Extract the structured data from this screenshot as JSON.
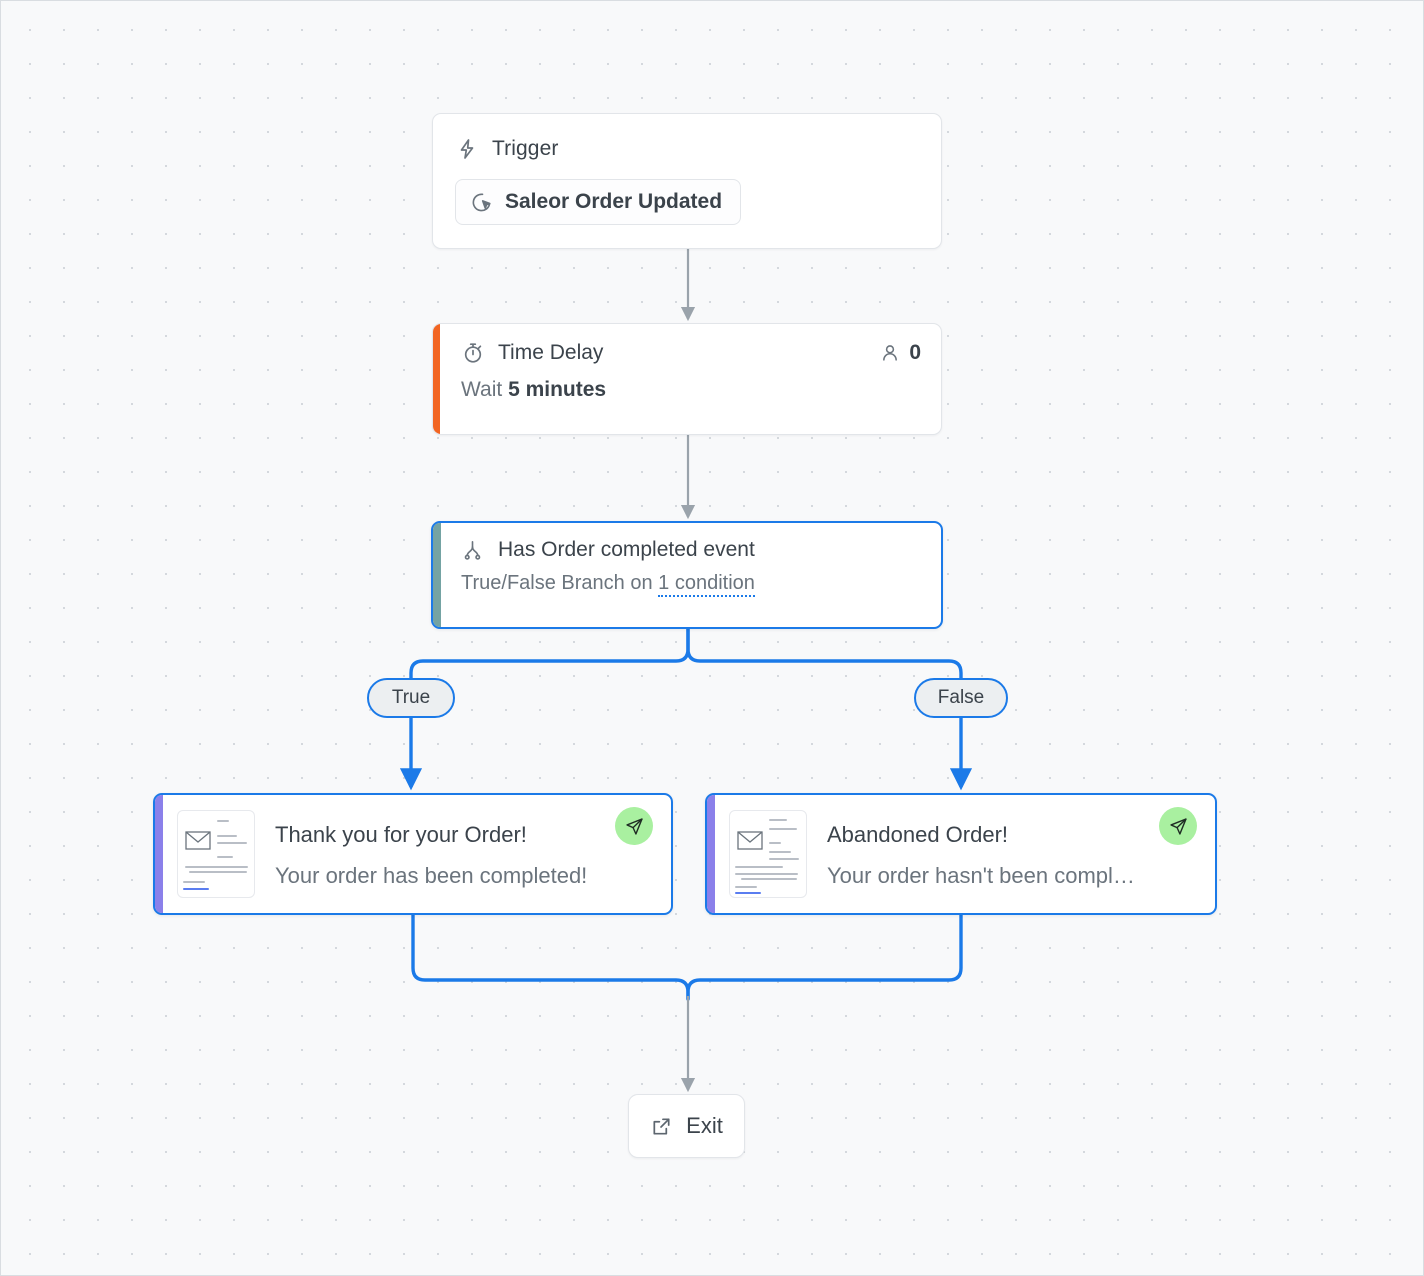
{
  "canvas": {
    "background_color": "#f8f9fa",
    "dot_color": "#d4d8dd",
    "edge_color_default": "#9aa3ab",
    "edge_color_branch": "#1b7ae8"
  },
  "nodes": {
    "trigger": {
      "icon": "lightning-bolt-icon",
      "title": "Trigger",
      "chip": {
        "icon": "saleor-cursor-icon",
        "label": "Saleor Order Updated"
      }
    },
    "time_delay": {
      "icon": "stopwatch-icon",
      "title": "Time Delay",
      "accent_color": "#f26522",
      "count_icon": "person-icon",
      "count": "0",
      "detail_prefix": "Wait",
      "detail_value": "5 minutes"
    },
    "branch": {
      "icon": "branch-fork-icon",
      "title": "Has Order completed event",
      "accent_color": "#74a3a3",
      "subtitle_prefix": "True/False Branch on",
      "subtitle_link": "1 condition",
      "selected": true,
      "outcomes": [
        {
          "label": "True"
        },
        {
          "label": "False"
        }
      ]
    },
    "email_true": {
      "accent_color": "#8b80ea",
      "thumbnail_icon": "envelope-icon",
      "subject": "Thank you for your Order!",
      "preview": "Your order has been completed!",
      "status_icon": "send-plane-icon",
      "status_color": "#a9f0a0",
      "selected": true
    },
    "email_false": {
      "accent_color": "#8b80ea",
      "thumbnail_icon": "envelope-icon",
      "subject": "Abandoned Order!",
      "preview": "Your order hasn't been comple...",
      "status_icon": "send-plane-icon",
      "status_color": "#a9f0a0",
      "selected": true
    },
    "exit": {
      "icon": "external-link-icon",
      "label": "Exit"
    }
  }
}
